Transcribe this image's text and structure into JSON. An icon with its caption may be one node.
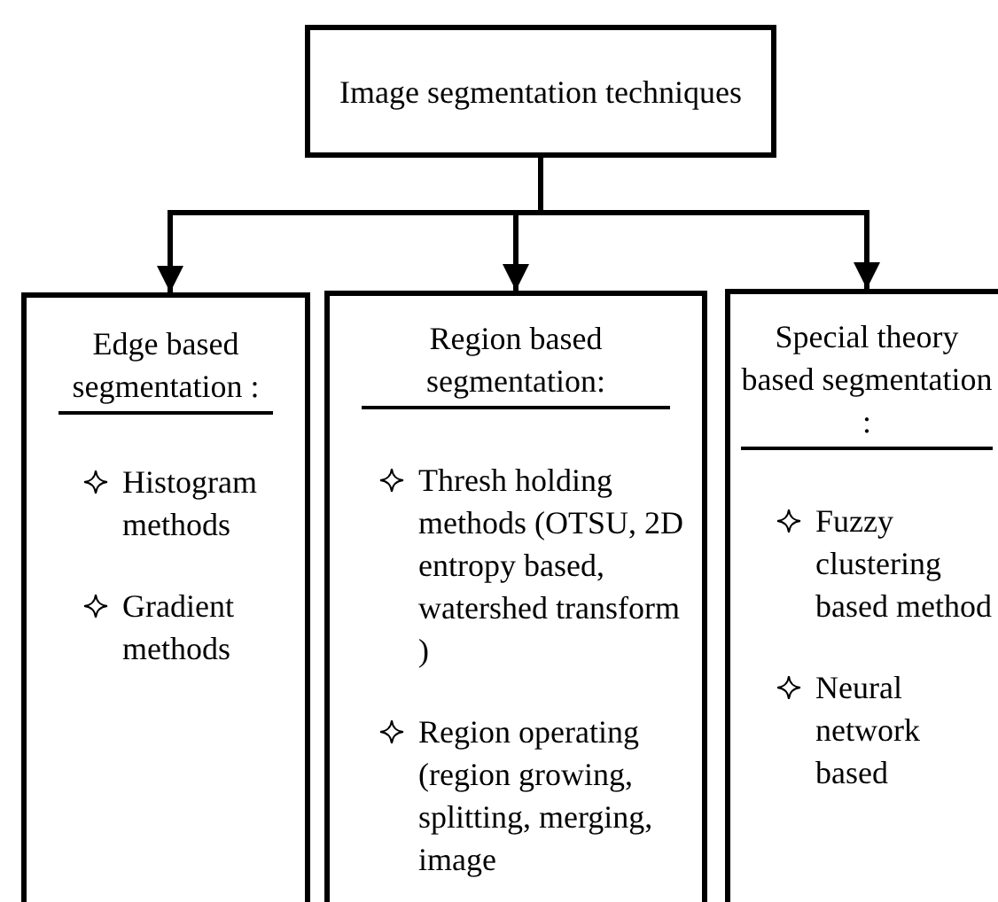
{
  "diagram": {
    "nodes": [
      {
        "text": [
          "Image segmentation techniques"
        ]
      },
      {
        "text": [
          "Edge based segmentation :",
          "Histogram methods",
          "Gradient methods"
        ]
      },
      {
        "text": [
          "Region based segmentation:",
          "Thresh holding methods (OTSU, 2D entropy based, watershed transform )",
          "Region operating (region growing, splitting, merging, image"
        ]
      },
      {
        "text": [
          "Special theory based segmentation :",
          "Fuzzy clustering based method",
          "Neural network based"
        ]
      }
    ],
    "edges": [
      {
        "from": 0,
        "to": 1,
        "arrow": "to"
      },
      {
        "from": 0,
        "to": 2,
        "arrow": "to"
      },
      {
        "from": 0,
        "to": 3,
        "arrow": "to"
      }
    ]
  }
}
